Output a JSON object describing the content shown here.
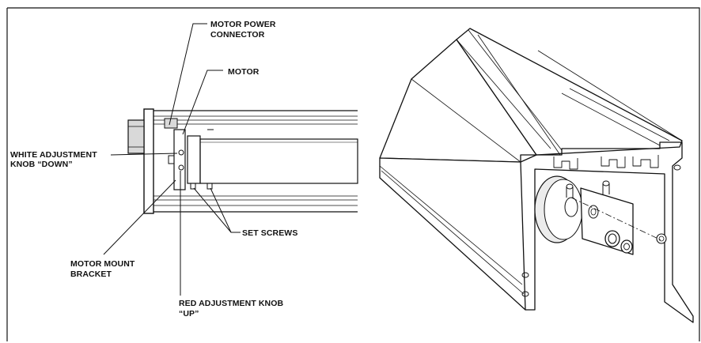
{
  "diagram": {
    "labels": {
      "motor_power_connector": [
        "MOTOR POWER",
        "CONNECTOR"
      ],
      "motor": "MOTOR",
      "white_adjustment_knob": [
        "WHITE ADJUSTMENT",
        "KNOB “DOWN”"
      ],
      "set_screws": "SET SCREWS",
      "motor_mount_bracket": [
        "MOTOR MOUNT",
        "BRACKET"
      ],
      "red_adjustment_knob": [
        "RED ADJUSTMENT KNOB",
        "“UP”"
      ]
    },
    "colors": {
      "line": "#111111",
      "background": "#ffffff",
      "shade": "#d9d9d9"
    }
  }
}
